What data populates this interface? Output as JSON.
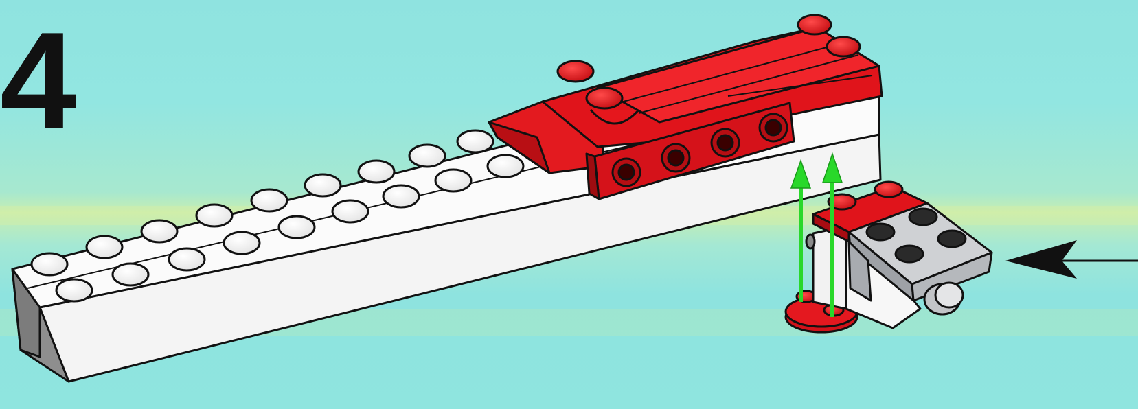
{
  "step": {
    "number": "4"
  },
  "colors": {
    "background": "#8fe3e0",
    "brick_white": "#f7f7f7",
    "brick_red": "#e0141b",
    "brick_gray": "#c7c9cc",
    "arrow_green": "#2dde2d",
    "pointer_black": "#111111"
  },
  "icons": {
    "insert_arrows": "green-up-arrows",
    "direction_pointer": "black-arrowhead-left"
  }
}
